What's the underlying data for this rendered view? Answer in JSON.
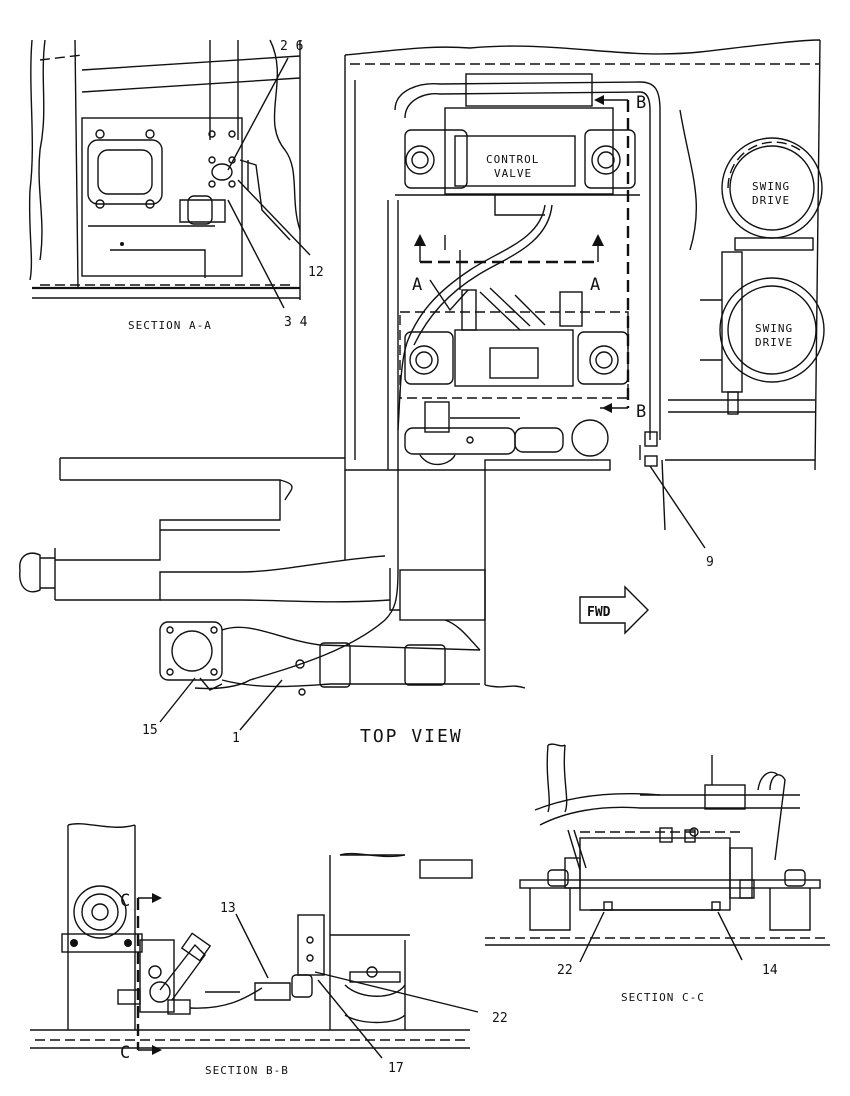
{
  "callouts": {
    "c26": "2 6",
    "c12": "12",
    "c34": "3 4",
    "c9": "9",
    "c15": "15",
    "c1": "1",
    "c13": "13",
    "c22_bb": "22",
    "c17": "17",
    "c22_cc": "22",
    "c14": "14"
  },
  "component_labels": {
    "control_valve_1": "CONTROL",
    "control_valve_2": "VALVE",
    "swing_drive_upper_1": "SWING",
    "swing_drive_upper_2": "DRIVE",
    "swing_drive_lower_1": "SWING",
    "swing_drive_lower_2": "DRIVE",
    "fwd": "FWD"
  },
  "section_markers": {
    "a_left": "A",
    "a_right": "A",
    "b_top": "B",
    "b_bottom": "B",
    "c_top": "C",
    "c_bottom": "C"
  },
  "view_titles": {
    "section_aa": "SECTION A-A",
    "top_view": "TOP VIEW",
    "section_cc": "SECTION C-C",
    "section_bb": "SECTION B-B"
  }
}
